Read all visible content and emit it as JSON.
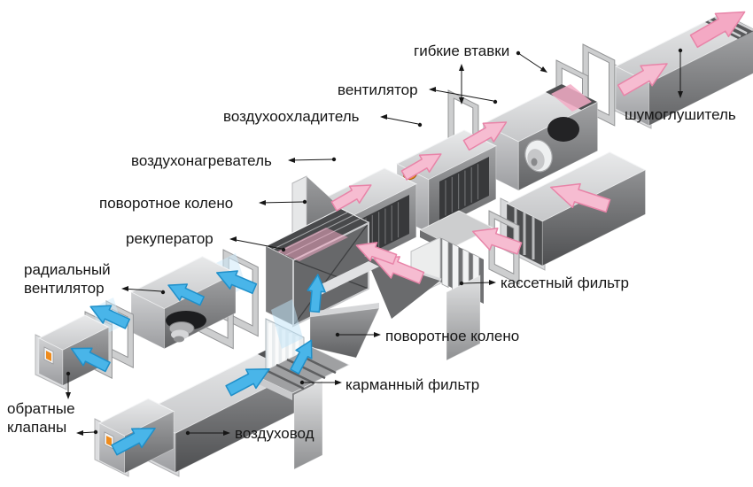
{
  "diagram": {
    "description": "Exploded isometric diagram of a supply and exhaust ventilation air-handling system with Russian component labels",
    "background_color": "#ffffff",
    "text_color": "#161616",
    "labels": {
      "flexible_inserts": "гибкие втавки",
      "fan": "вентилятор",
      "air_cooler": "воздухоохладитель",
      "air_heater": "воздухонагреватель",
      "rotary_elbow_supply": "поворотное колено",
      "recuperator": "рекуператор",
      "radial_fan": "радиальный\nвентилятор",
      "cassette_filter": "кассетный фильтр",
      "rotary_elbow_return": "поворотное колено",
      "pocket_filter": "карманный фильтр",
      "air_duct": "воздуховод",
      "check_valves": "обратные\nклапаны",
      "silencer": "шумоглушитель"
    },
    "flow_colors": {
      "cold_air_arrow_fill": "#49b5e9",
      "cold_air_arrow_outline": "#1f8fc9",
      "warm_air_arrow_fill": "#f6bcd1",
      "warm_air_arrow_outline": "#e884a8"
    },
    "accent_colors": {
      "heater_pipe_orange": "#ef8c1e",
      "casing_gray_light": "#dadbdc",
      "casing_gray_mid": "#b3b4b6",
      "casing_gray_dark": "#6f7072",
      "leader_line_color": "#161616"
    }
  }
}
